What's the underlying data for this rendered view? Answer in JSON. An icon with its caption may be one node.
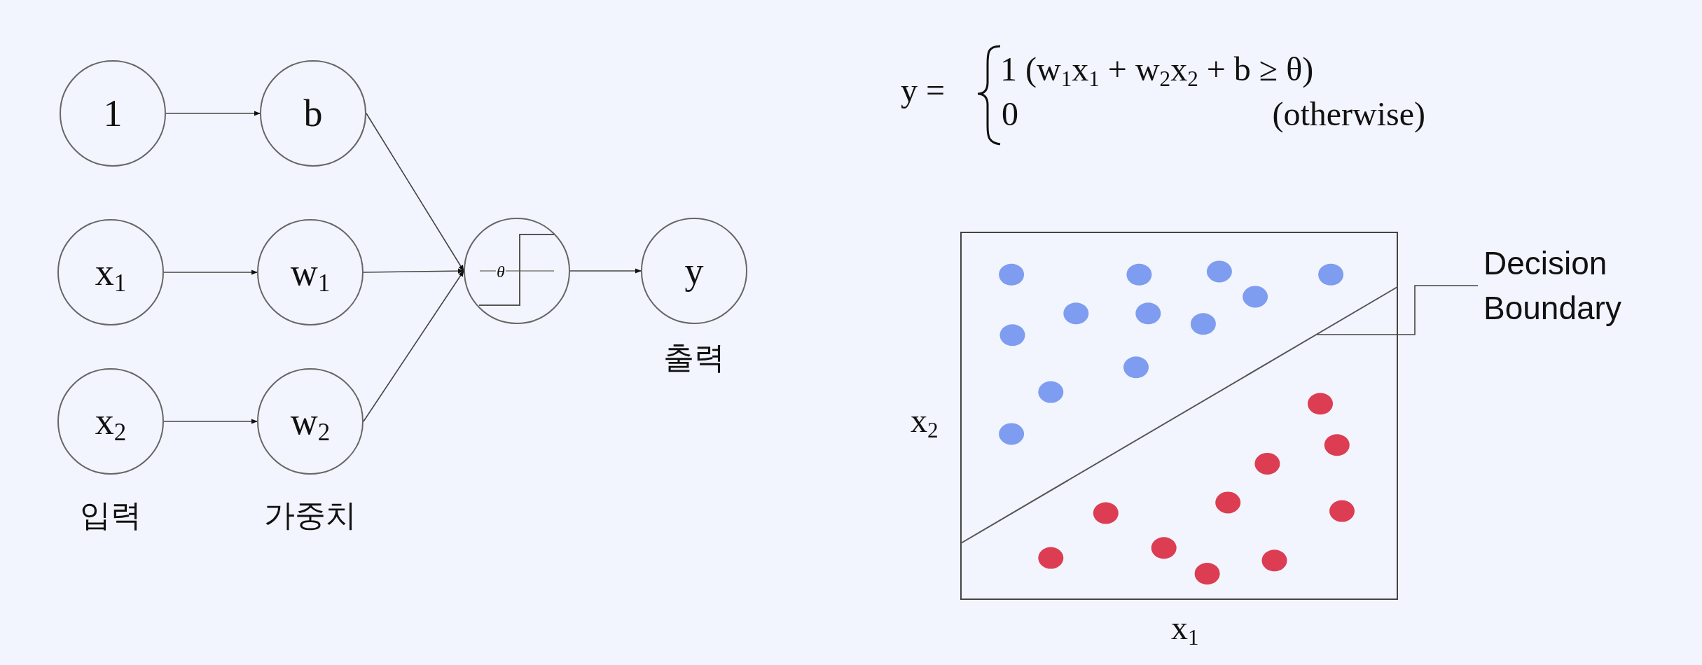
{
  "diagram": {
    "nodes": [
      {
        "text": [
          "1"
        ]
      },
      {
        "text": [
          "b"
        ]
      },
      {
        "text": [
          "x$_{1}$"
        ]
      },
      {
        "text": [
          "w$_{1}$"
        ]
      },
      {
        "text": [
          "x$_{2}$"
        ]
      },
      {
        "text": [
          "w$_{2}$"
        ]
      },
      {
        "text": [
          "θ"
        ]
      },
      {
        "text": [
          "y"
        ],
        "beside": [
          "출력"
        ]
      },
      {
        "text": [],
        "shape": "line"
      },
      {
        "text": [
          "Decision Boundary"
        ]
      }
    ],
    "edges": [
      {
        "from": 0,
        "to": 1,
        "arrow": "to"
      },
      {
        "from": 2,
        "to": 3,
        "arrow": "to"
      },
      {
        "from": 4,
        "to": 5,
        "arrow": "to"
      },
      {
        "from": 1,
        "to": 6,
        "arrow": "to"
      },
      {
        "from": 3,
        "to": 6,
        "arrow": "to"
      },
      {
        "from": 5,
        "to": 6,
        "arrow": "to"
      },
      {
        "from": 6,
        "to": 7,
        "arrow": "to"
      },
      {
        "from": 9,
        "to": 8,
        "arrow": "none"
      }
    ],
    "labels": [
      "y =",
      "1 (w$_{1}$x$_{1}$ + w$_{2}$x$_{2}$ + b  ≥ θ)",
      "0",
      "(otherwise)",
      "입력",
      "가중치",
      "x$_{2}$",
      "x$_{1}$"
    ]
  }
}
